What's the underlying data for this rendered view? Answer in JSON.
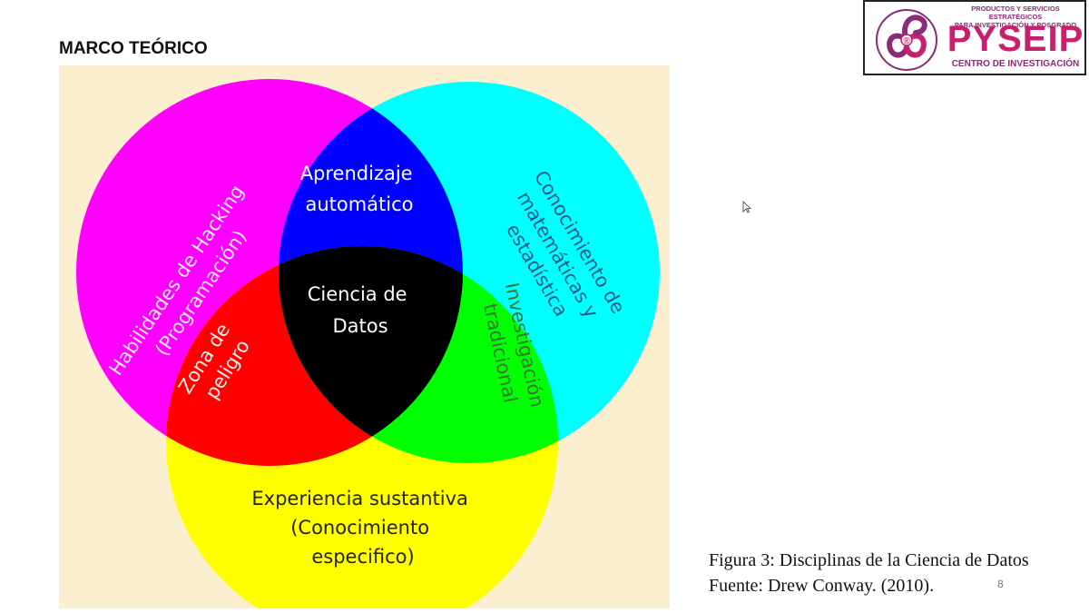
{
  "slide": {
    "title": "MARCO TEÓRICO",
    "page_number": "8"
  },
  "logo": {
    "tagline_line1": "PRODUCTOS Y SERVICIOS ESTRATÉGICOS",
    "tagline_line2": "PARA INVESTIGACIÓN Y POSGRADO",
    "brand": "PYSEIP",
    "subtitle": "CENTRO DE INVESTIGACIÓN",
    "registered_mark": "®",
    "colors": {
      "brand": "#c9206e",
      "accent": "#8a2a78"
    }
  },
  "diagram": {
    "colors": {
      "background": "#fbefd0",
      "hacking": "#ff00ff",
      "math": "#00ffff",
      "expertise": "#ffff00",
      "machine_learning": "#0000ff",
      "danger_zone": "#ff0000",
      "traditional_research": "#00ff00",
      "data_science": "#000000"
    },
    "regions": {
      "hacking": {
        "line1": "Habilidades de Hacking",
        "line2": "(Programación)"
      },
      "math": {
        "line1": "Conocimiento de",
        "line2": "matemáticas y",
        "line3": "estadística"
      },
      "expertise": {
        "line1": "Experiencia sustantiva",
        "line2": "(Conocimiento",
        "line3": "especifico)"
      },
      "machine_learning": {
        "line1": "Aprendizaje",
        "line2": "automático"
      },
      "data_science": {
        "line1": "Ciencia de",
        "line2": "Datos"
      },
      "danger_zone": {
        "line1": "Zona de",
        "line2": "peligro"
      },
      "traditional_research": {
        "line1": "Investigación",
        "line2": "tradicional"
      }
    }
  },
  "caption": {
    "line1": "Figura 3: Disciplinas de la Ciencia de Datos",
    "line2": "Fuente: Drew Conway. (2010)."
  }
}
